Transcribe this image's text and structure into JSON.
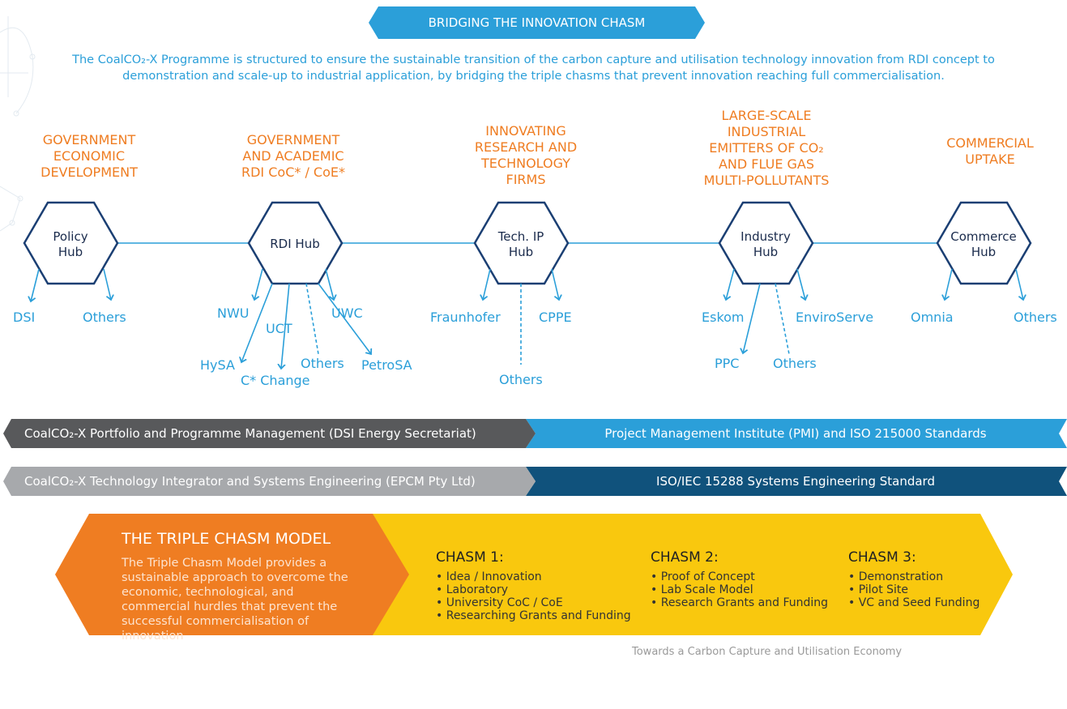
{
  "banner": "BRIDGING THE INNOVATION CHASM",
  "intro": {
    "line1": "The CoalCO₂-X Programme is structured to ensure the sustainable transition of the carbon capture and utilisation technology innovation from RDI concept to",
    "line2": "demonstration and scale-up to industrial application, by bridging the triple chasms that prevent innovation reaching full commercialisation."
  },
  "categories": [
    [
      "GOVERNMENT",
      "ECONOMIC",
      "DEVELOPMENT"
    ],
    [
      "GOVERNMENT",
      "AND ACADEMIC",
      "RDI CoC* / CoE*"
    ],
    [
      "INNOVATING",
      "RESEARCH AND",
      "TECHNOLOGY",
      "FIRMS"
    ],
    [
      "LARGE-SCALE",
      "INDUSTRIAL",
      "EMITTERS OF CO₂",
      "AND FLUE GAS",
      "MULTI-POLLUTANTS"
    ],
    [
      "COMMERCIAL",
      "UPTAKE"
    ]
  ],
  "hubs": [
    [
      "Policy",
      "Hub"
    ],
    [
      "RDI Hub"
    ],
    [
      "Tech. IP",
      "Hub"
    ],
    [
      "Industry",
      "Hub"
    ],
    [
      "Commerce",
      "Hub"
    ]
  ],
  "leaves": {
    "policy": [
      "DSI",
      "Others"
    ],
    "rdi": [
      "NWU",
      "HySA",
      "UCT",
      "C* Change",
      "Others",
      "UWC",
      "PetroSA"
    ],
    "tech": [
      "Fraunhofer",
      "CPPE",
      "Others"
    ],
    "industry": [
      "Eskom",
      "PPC",
      "Others",
      "EnviroServe"
    ],
    "commerce": [
      "Omnia",
      "Others"
    ]
  },
  "bars": {
    "row1_left": "CoalCO₂-X Portfolio and Programme Management (DSI Energy Secretariat)",
    "row1_right": "Project Management Institute (PMI) and ISO 215000 Standards",
    "row2_left": "CoalCO₂-X Technology Integrator and Systems Engineering (EPCM Pty Ltd)",
    "row2_right": "ISO/IEC 15288 Systems Engineering Standard"
  },
  "triple_chasm": {
    "title": "THE TRIPLE CHASM MODEL",
    "body": "The Triple Chasm Model provides a sustainable approach to overcome the economic, technological, and commercial hurdles that prevent the successful commercialisation of innovation"
  },
  "chasms": [
    {
      "title": "CHASM 1:",
      "items": [
        "Idea / Innovation",
        "Laboratory",
        "University CoC / CoE",
        "Researching Grants and Funding"
      ]
    },
    {
      "title": "CHASM 2:",
      "items": [
        "Proof of Concept",
        "Lab Scale Model",
        "Research Grants and Funding"
      ]
    },
    {
      "title": "CHASM 3:",
      "items": [
        "Demonstration",
        "Pilot Site",
        "VC and Seed Funding"
      ]
    }
  ],
  "footer": "Towards a Carbon Capture and Utilisation Economy",
  "colors": {
    "blue": "#2b9fd9",
    "navy": "#1a3e6e",
    "dark_blue": "#10527c",
    "orange": "#ef7d22",
    "yellow": "#f9c80e",
    "dark_gray": "#58595b",
    "light_gray": "#a7a9ac"
  }
}
